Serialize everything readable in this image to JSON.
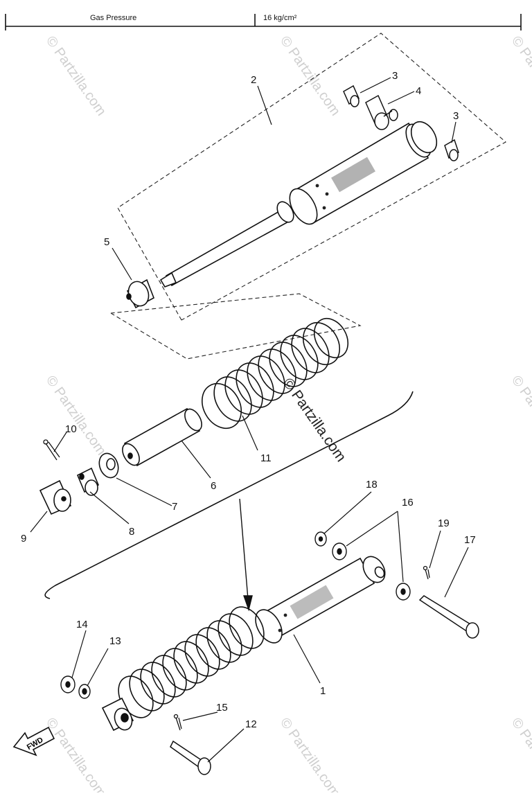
{
  "header": {
    "left_label": "Gas Pressure",
    "right_value": "16 kg/cm²"
  },
  "watermark": "© Partzilla.com",
  "fwd_label": "FWD",
  "callouts": [
    {
      "id": "1",
      "label": "1"
    },
    {
      "id": "2",
      "label": "2"
    },
    {
      "id": "3a",
      "label": "3"
    },
    {
      "id": "3b",
      "label": "3"
    },
    {
      "id": "4",
      "label": "4"
    },
    {
      "id": "5",
      "label": "5"
    },
    {
      "id": "6",
      "label": "6"
    },
    {
      "id": "7",
      "label": "7"
    },
    {
      "id": "8",
      "label": "8"
    },
    {
      "id": "9",
      "label": "9"
    },
    {
      "id": "10",
      "label": "10"
    },
    {
      "id": "11",
      "label": "11"
    },
    {
      "id": "12",
      "label": "12"
    },
    {
      "id": "13",
      "label": "13"
    },
    {
      "id": "14",
      "label": "14"
    },
    {
      "id": "15",
      "label": "15"
    },
    {
      "id": "16",
      "label": "16"
    },
    {
      "id": "17",
      "label": "17"
    },
    {
      "id": "18",
      "label": "18"
    },
    {
      "id": "19",
      "label": "19"
    }
  ]
}
